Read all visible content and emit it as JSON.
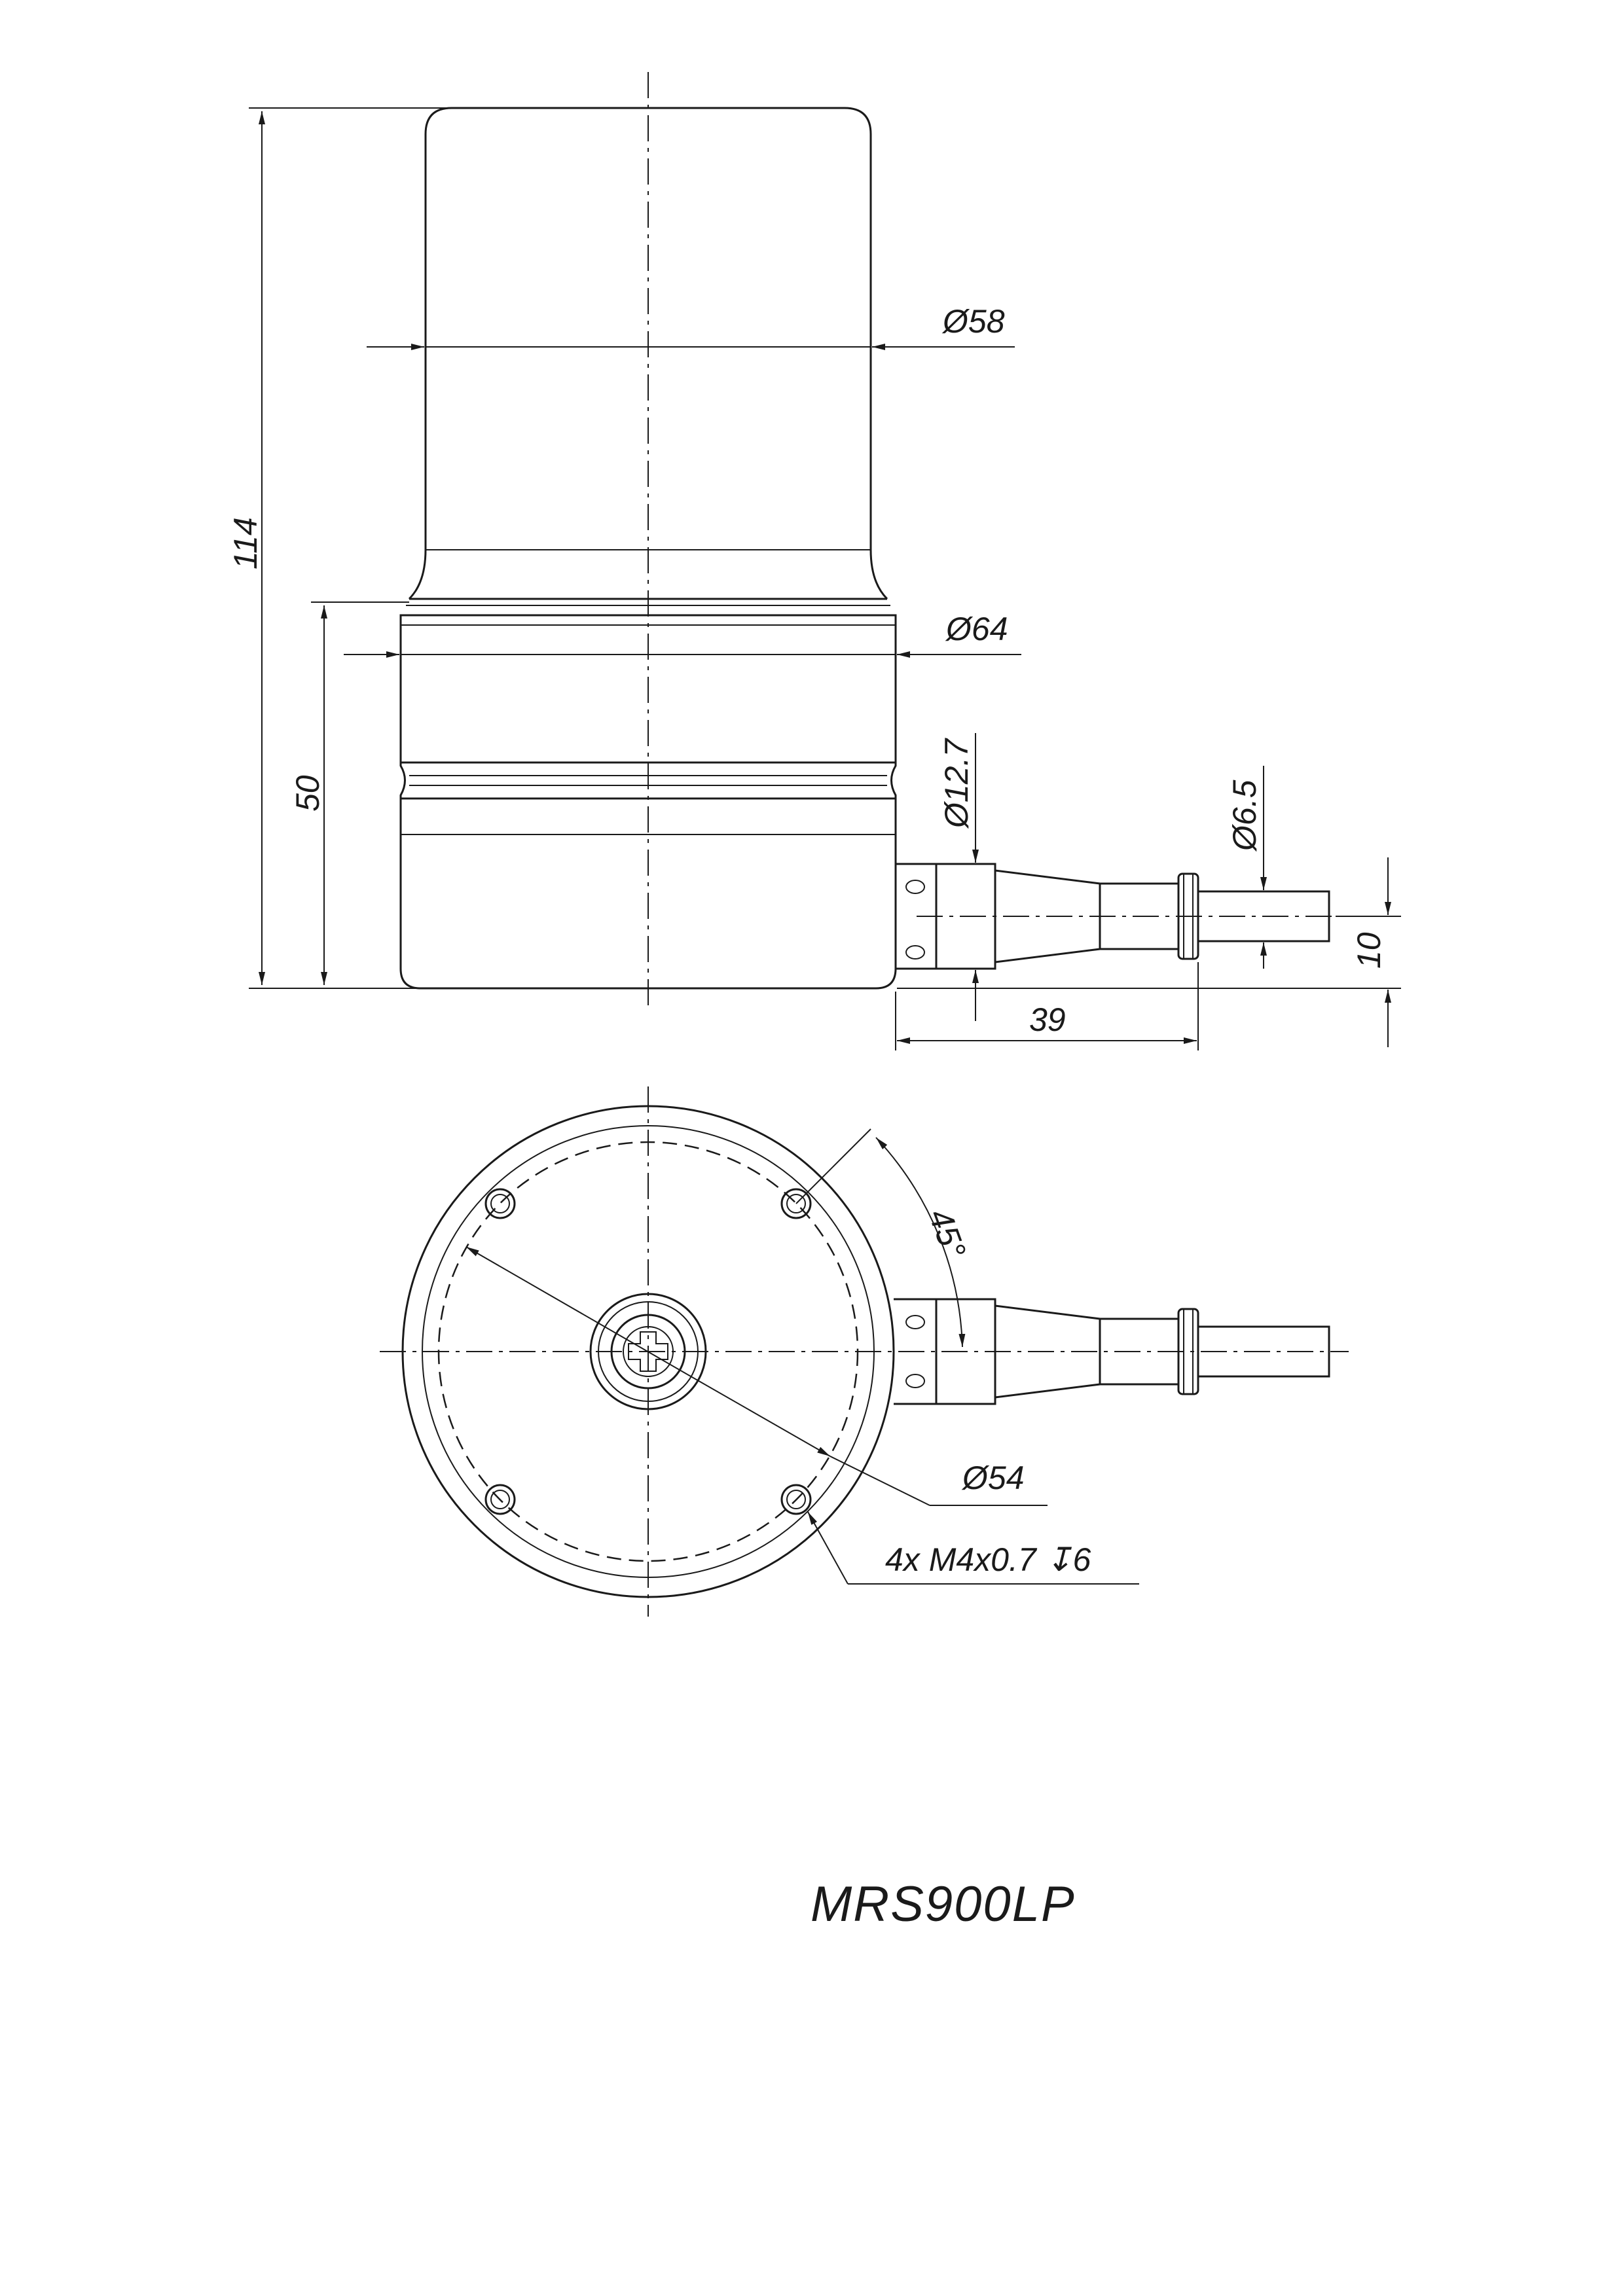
{
  "drawing": {
    "model": "MRS900LP",
    "side_view": {
      "dim_height_total": "114",
      "dim_height_base": "50",
      "dim_dia_top": "Ø58",
      "dim_dia_base": "Ø64",
      "dim_dia_connector": "Ø12.7",
      "dim_dia_cable": "Ø6.5",
      "dim_connector_height": "10",
      "dim_connector_length": "39"
    },
    "top_view": {
      "dim_angle": "45°",
      "dim_bolt_circle": "Ø54",
      "thread_callout": "4x M4x0.7 ↧6"
    }
  }
}
